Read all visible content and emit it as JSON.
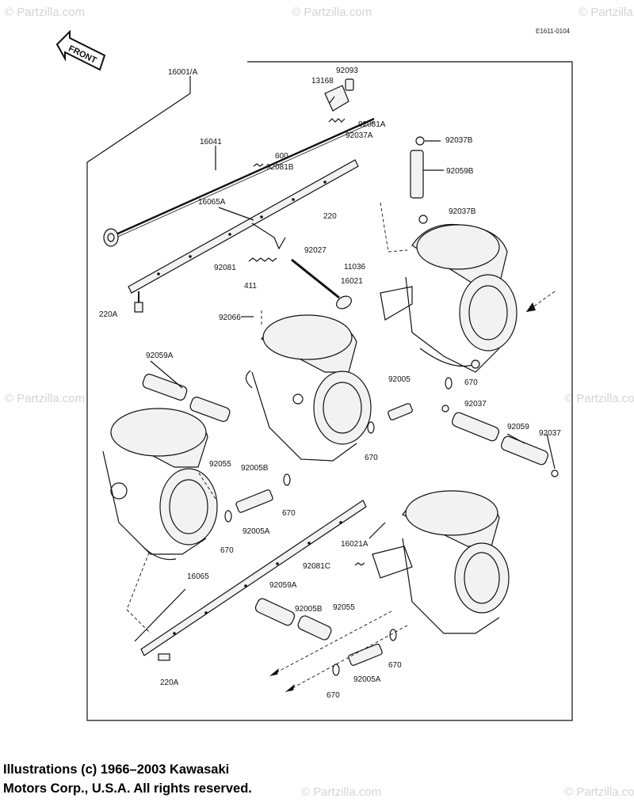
{
  "diagram_code": "E1611-0104",
  "front_arrow_label": "FRONT",
  "watermark": "© Partzilla.com",
  "copyright_line1": "Illustrations (c) 1966–2003 Kawasaki",
  "copyright_line2": "Motors Corp., U.S.A.  All rights reserved.",
  "parts": [
    {
      "id": "16001A",
      "label": "16001/A"
    },
    {
      "id": "92093",
      "label": "92093"
    },
    {
      "id": "13168",
      "label": "13168"
    },
    {
      "id": "92081A",
      "label": "92081A"
    },
    {
      "id": "92037A",
      "label": "92037A"
    },
    {
      "id": "92037B_top",
      "label": "92037B"
    },
    {
      "id": "16041",
      "label": "16041"
    },
    {
      "id": "600",
      "label": "600"
    },
    {
      "id": "92081B",
      "label": "92081B"
    },
    {
      "id": "92059B",
      "label": "92059B"
    },
    {
      "id": "16065A",
      "label": "16065A"
    },
    {
      "id": "220",
      "label": "220"
    },
    {
      "id": "92037B_mid",
      "label": "92037B"
    },
    {
      "id": "92027",
      "label": "92027"
    },
    {
      "id": "11036",
      "label": "11036"
    },
    {
      "id": "92081",
      "label": "92081"
    },
    {
      "id": "16021",
      "label": "16021"
    },
    {
      "id": "411",
      "label": "411"
    },
    {
      "id": "220A_top",
      "label": "220A"
    },
    {
      "id": "92066",
      "label": "92066"
    },
    {
      "id": "92059A_top",
      "label": "92059A"
    },
    {
      "id": "92005",
      "label": "92005"
    },
    {
      "id": "670_a",
      "label": "670"
    },
    {
      "id": "92037_r",
      "label": "92037"
    },
    {
      "id": "92059",
      "label": "92059"
    },
    {
      "id": "92037_r2",
      "label": "92037"
    },
    {
      "id": "670_b",
      "label": "670"
    },
    {
      "id": "92055_l",
      "label": "92055"
    },
    {
      "id": "92005B_l",
      "label": "92005B"
    },
    {
      "id": "670_c",
      "label": "670"
    },
    {
      "id": "92005A_l",
      "label": "92005A"
    },
    {
      "id": "670_d",
      "label": "670"
    },
    {
      "id": "16021A",
      "label": "16021A"
    },
    {
      "id": "92081C",
      "label": "92081C"
    },
    {
      "id": "16065",
      "label": "16065"
    },
    {
      "id": "92059A_bot",
      "label": "92059A"
    },
    {
      "id": "92005B_b",
      "label": "92005B"
    },
    {
      "id": "92055_b",
      "label": "92055"
    },
    {
      "id": "670_e",
      "label": "670"
    },
    {
      "id": "92005A_b",
      "label": "92005A"
    },
    {
      "id": "670_f",
      "label": "670"
    },
    {
      "id": "220A_bot",
      "label": "220A"
    }
  ]
}
